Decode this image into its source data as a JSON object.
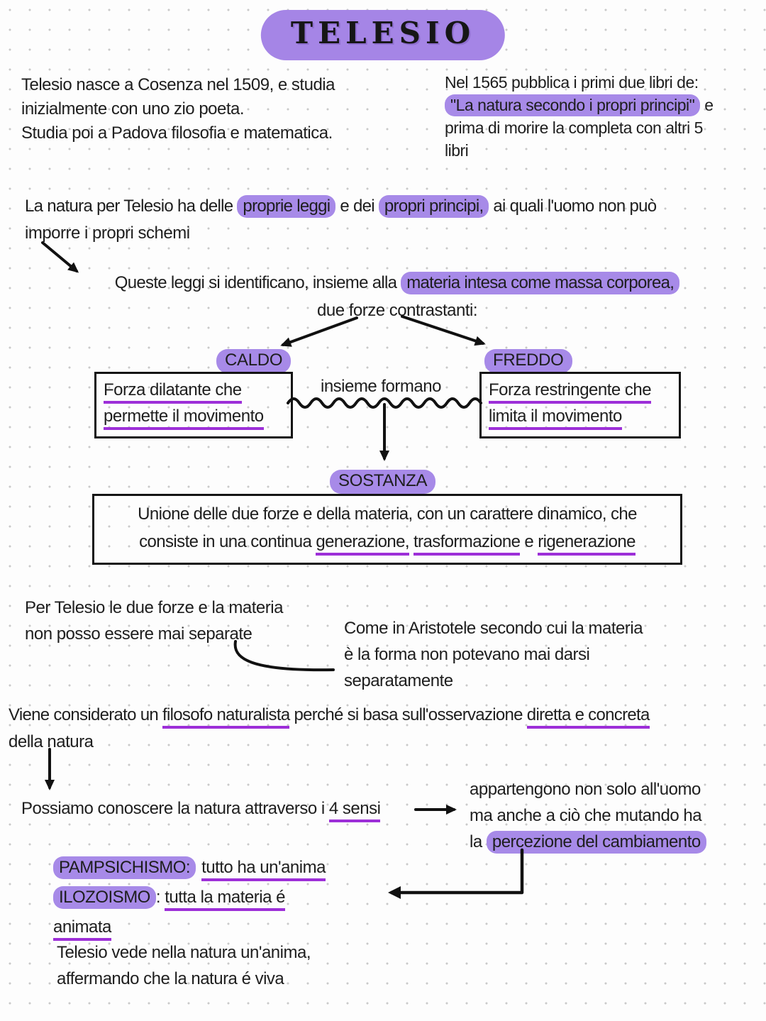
{
  "colors": {
    "highlight": "#a78ae8",
    "title_pill": "#a585e6",
    "underline": "#9d2fd8",
    "ink": "#1e1e1e",
    "line": "#111111",
    "dot_grid": "#c9c9c9"
  },
  "title": {
    "text": "TELESIO"
  },
  "birth_note": {
    "line1": "Telesio nasce a Cosenza nel 1509, e studia",
    "line2": "inizialmente con uno zio poeta.",
    "line3": "Studia poi a Padova filosofia e matematica."
  },
  "publication_note": {
    "line1": "Nel 1565 pubblica i primi due libri de:",
    "highlight": "\"La natura secondo i propri principi\"",
    "after_highlight": " e",
    "line3": "prima di morire la completa con altri 5",
    "line4": "libri"
  },
  "nature_laws": {
    "pre": "La natura per Telesio ha delle ",
    "hl1": "proprie leggi",
    "mid": " e dei ",
    "hl2": "propri principi,",
    "post": " ai quali l'uomo non può",
    "line2": "imporre i propri schemi"
  },
  "queste": {
    "pre": "Queste leggi si identificano, insieme alla ",
    "hl": "materia intesa come massa corporea,",
    "line2": "due forze contrastanti:"
  },
  "forces": {
    "caldo": {
      "label": "CALDO",
      "desc1": "Forza dilatante che",
      "desc2": "permette il movimento"
    },
    "freddo": {
      "label": "FREDDO",
      "desc1": "Forza restringente che",
      "desc2": "limita il movimento"
    },
    "together": "insieme formano"
  },
  "sostanza": {
    "label": "SOSTANZA",
    "line1": "Unione delle due forze e della materia, con un carattere dinamico, che",
    "line2_pre": "consiste in una continua ",
    "u1": "generazione,",
    "sep1": " ",
    "u2": "trasformazione",
    "sep2": " e ",
    "u3": "rigenerazione"
  },
  "inseparable": {
    "line1": "Per Telesio le due forze e la materia",
    "line2": "non posso essere mai separate"
  },
  "aristotle": {
    "line1": "Come in Aristotele secondo cui la materia",
    "line2": "è la forma non potevano mai darsi",
    "line3": "separatamente"
  },
  "naturalist": {
    "pre": "Viene considerato un ",
    "u1": "filosofo naturalista",
    "mid": " perché si basa sull'osservazione ",
    "u2": "diretta e concreta",
    "line2": "della natura"
  },
  "senses": {
    "pre": "Possiamo conoscere la natura attraverso i ",
    "u": "4 sensi"
  },
  "senses_note": {
    "line1": "appartengono non solo all'uomo",
    "line2": "ma anche a ciò che mutando ha",
    "line3_pre": "la ",
    "hl": "percezione del cambiamento"
  },
  "pampsichismo": {
    "hl": "PAMPSICHISMO:",
    "u": "tutto ha un'anima"
  },
  "ilozoismo": {
    "hl": "ILOZOISMO",
    "colon": ": ",
    "u": "tutta la materia é",
    "line2": "animata"
  },
  "soul_note": {
    "line1": "Telesio vede nella natura un'anima,",
    "line2": "affermando che la natura é viva"
  }
}
